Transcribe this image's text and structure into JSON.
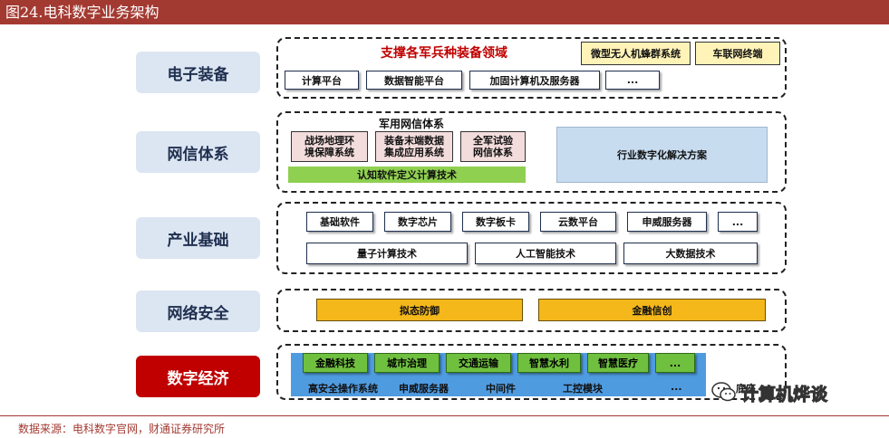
{
  "title": "图24.电科数字业务架构",
  "layers": {
    "electronic": "电子装备",
    "network_info": "网信体系",
    "industry": "产业基础",
    "security": "网络安全",
    "digital_economy": "数字经济"
  },
  "electronic": {
    "headline": "支撑各军兵种装备领域",
    "tag1": "微型无人机蜂群系统",
    "tag2": "车联网终端",
    "items": [
      "计算平台",
      "数据智能平台",
      "加固计算机及服务器",
      "..."
    ]
  },
  "network_info": {
    "group_title": "军用网信体系",
    "item1_line1": "战场地理环",
    "item1_line2": "境保障系统",
    "item2_line1": "装备末端数据",
    "item2_line2": "集成应用系统",
    "item3_line1": "全军试验",
    "item3_line2": "网信体系",
    "base": "认知软件定义计算技术",
    "solution": "行业数字化解决方案"
  },
  "industry": {
    "row1": [
      "基础软件",
      "数字芯片",
      "数字板卡",
      "云数平台",
      "申威服务器",
      "..."
    ],
    "row2": [
      "量子计算技术",
      "人工智能技术",
      "大数据技术"
    ]
  },
  "security": {
    "items": [
      "拟态防御",
      "金融信创"
    ]
  },
  "digital_economy": {
    "apps": [
      "金融科技",
      "城市治理",
      "交通运输",
      "智慧水利",
      "智慧医疗",
      "..."
    ],
    "base": [
      "高安全操作系统",
      "申威服务器",
      "中间件",
      "工控模块",
      "..."
    ],
    "base_end": "底座"
  },
  "watermark": "计算机烨谈",
  "source": "数据来源：电科数字官网，财通证券研究所"
}
